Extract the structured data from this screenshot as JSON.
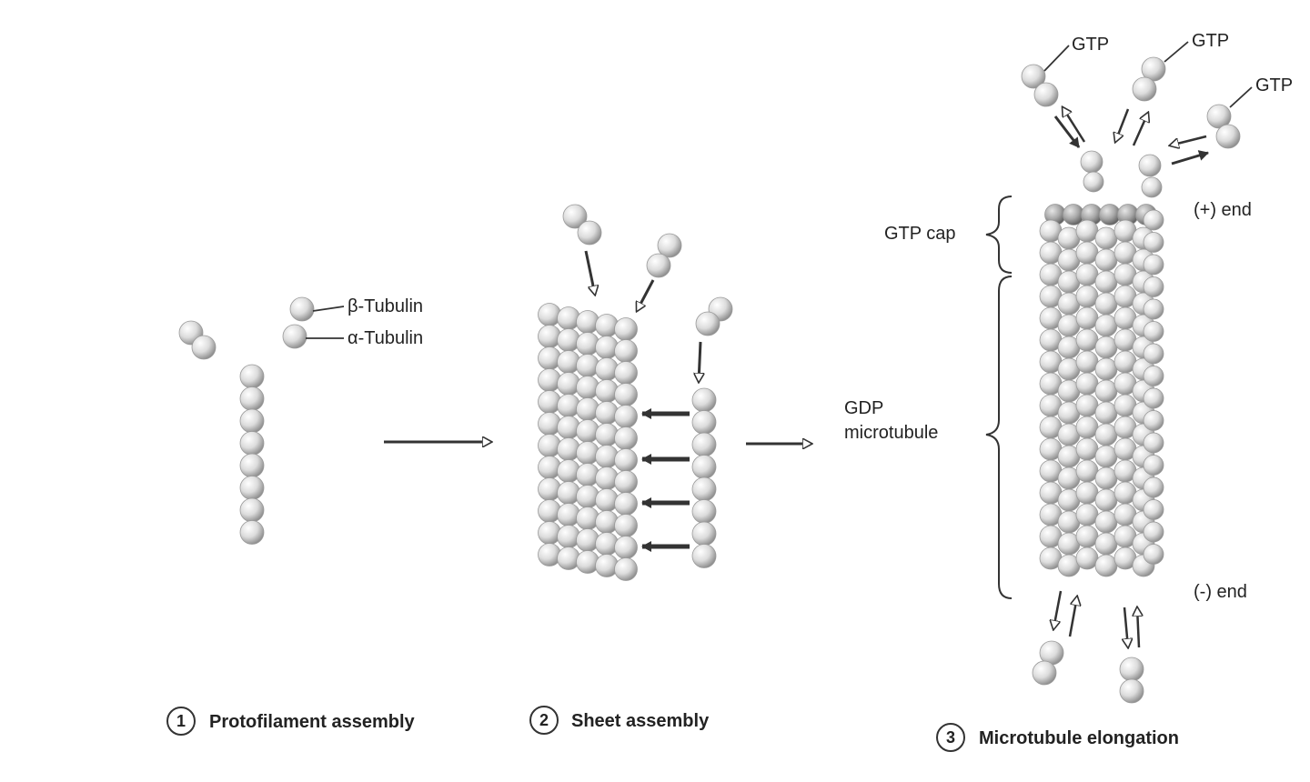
{
  "labels": {
    "beta_tubulin": "β-Tubulin",
    "alpha_tubulin": "α-Tubulin",
    "gtp": "GTP",
    "gtp_cap": "GTP cap",
    "gdp_line1": "GDP",
    "gdp_line2": "microtubule",
    "plus_end": "(+) end",
    "minus_end": "(-) end"
  },
  "steps": [
    {
      "number": "1",
      "label": "Protofilament assembly"
    },
    {
      "number": "2",
      "label": "Sheet assembly"
    },
    {
      "number": "3",
      "label": "Microtubule elongation"
    }
  ],
  "colors": {
    "sphere_light": "#ffffff",
    "sphere_mid": "#d6d6d6",
    "sphere_dark": "#8e8e8e",
    "line": "#333333"
  }
}
